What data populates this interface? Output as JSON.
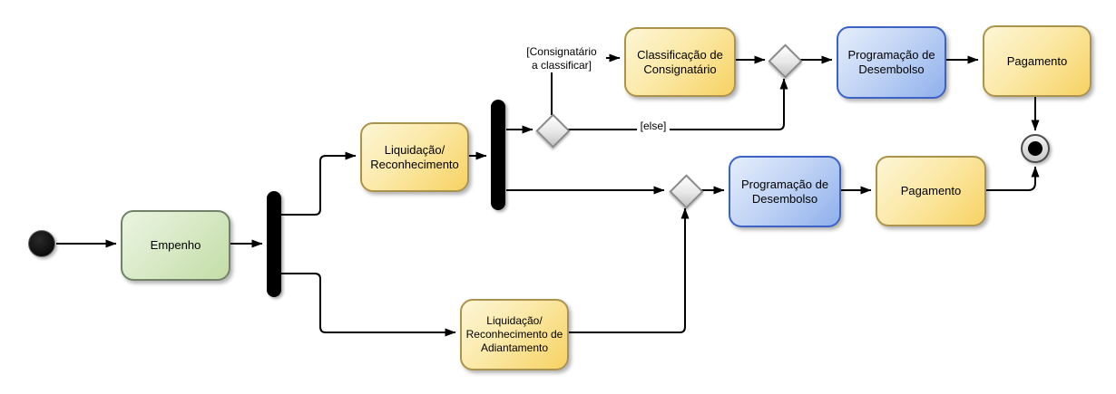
{
  "colors": {
    "activity_yellow": "#f7d263",
    "activity_green": "#c3dda6",
    "activity_blue": "#8fb0ec",
    "yellow_border": "#ab934e",
    "green_border": "#71816a",
    "blue_border": "#3b62c4",
    "decision_fill": "#c3c3c3",
    "connector": "#000000"
  },
  "nodes": {
    "empenho": {
      "label": "Empenho"
    },
    "liquidacao_reconhecimento": {
      "label": "Liquidação/\nReconhecimento"
    },
    "liquidacao_adiantamento": {
      "label": "Liquidação/\nReconhecimento de\nAdiantamento"
    },
    "classificacao_consignatario": {
      "label": "Classificação de\nConsignatário"
    },
    "programacao_desembolso_1": {
      "label": "Programação de\nDesembolso"
    },
    "pagamento_1": {
      "label": "Pagamento"
    },
    "programacao_desembolso_2": {
      "label": "Programação de\nDesembolso"
    },
    "pagamento_2": {
      "label": "Pagamento"
    }
  },
  "edge_labels": {
    "consignatario_guard": "[Consignatário\na classificar]",
    "else_guard": "[else]"
  }
}
